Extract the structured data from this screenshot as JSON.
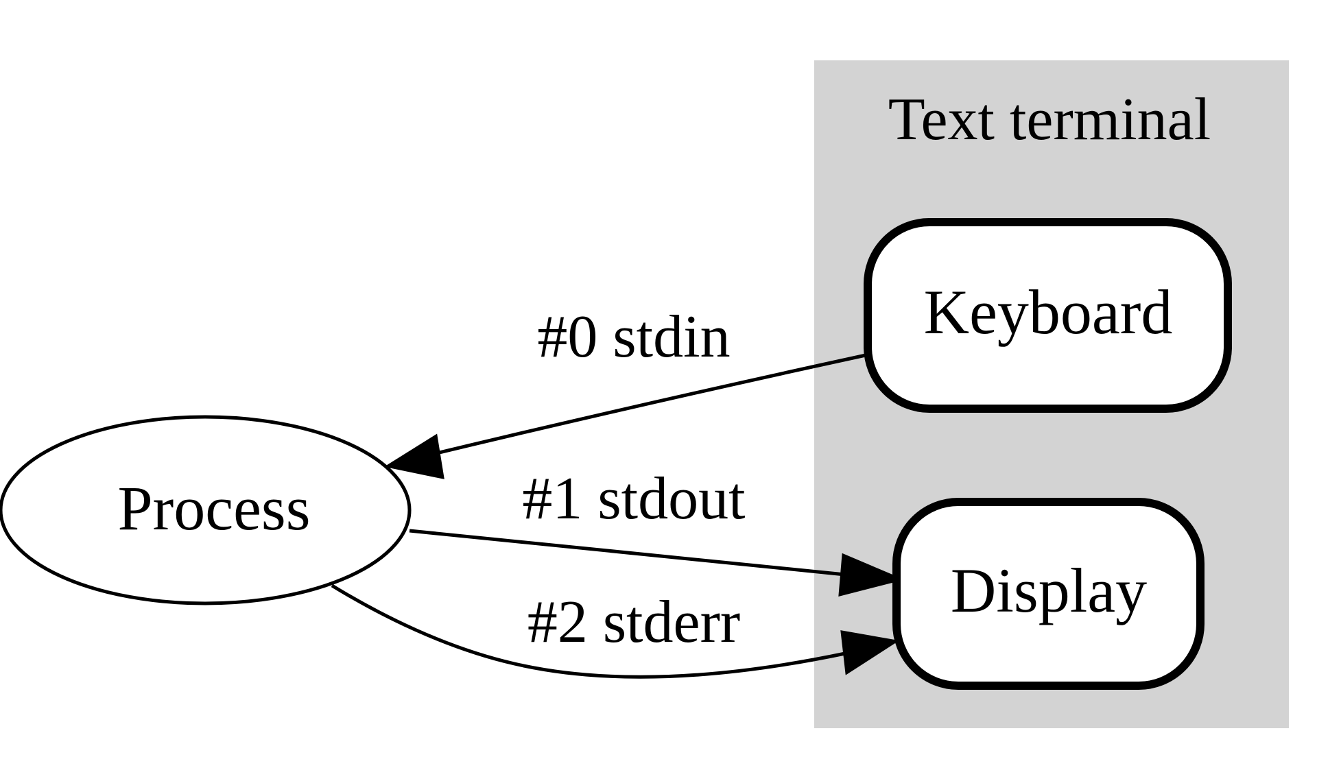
{
  "cluster": {
    "title": "Text terminal",
    "fill": "#d3d3d3"
  },
  "nodes": {
    "process": {
      "label": "Process"
    },
    "keyboard": {
      "label": "Keyboard"
    },
    "display": {
      "label": "Display"
    }
  },
  "edges": {
    "stdin": {
      "label": "#0 stdin"
    },
    "stdout": {
      "label": "#1 stdout"
    },
    "stderr": {
      "label": "#2 stderr"
    }
  },
  "colors": {
    "stroke": "#000000",
    "node_fill": "#ffffff",
    "background": "#ffffff"
  }
}
